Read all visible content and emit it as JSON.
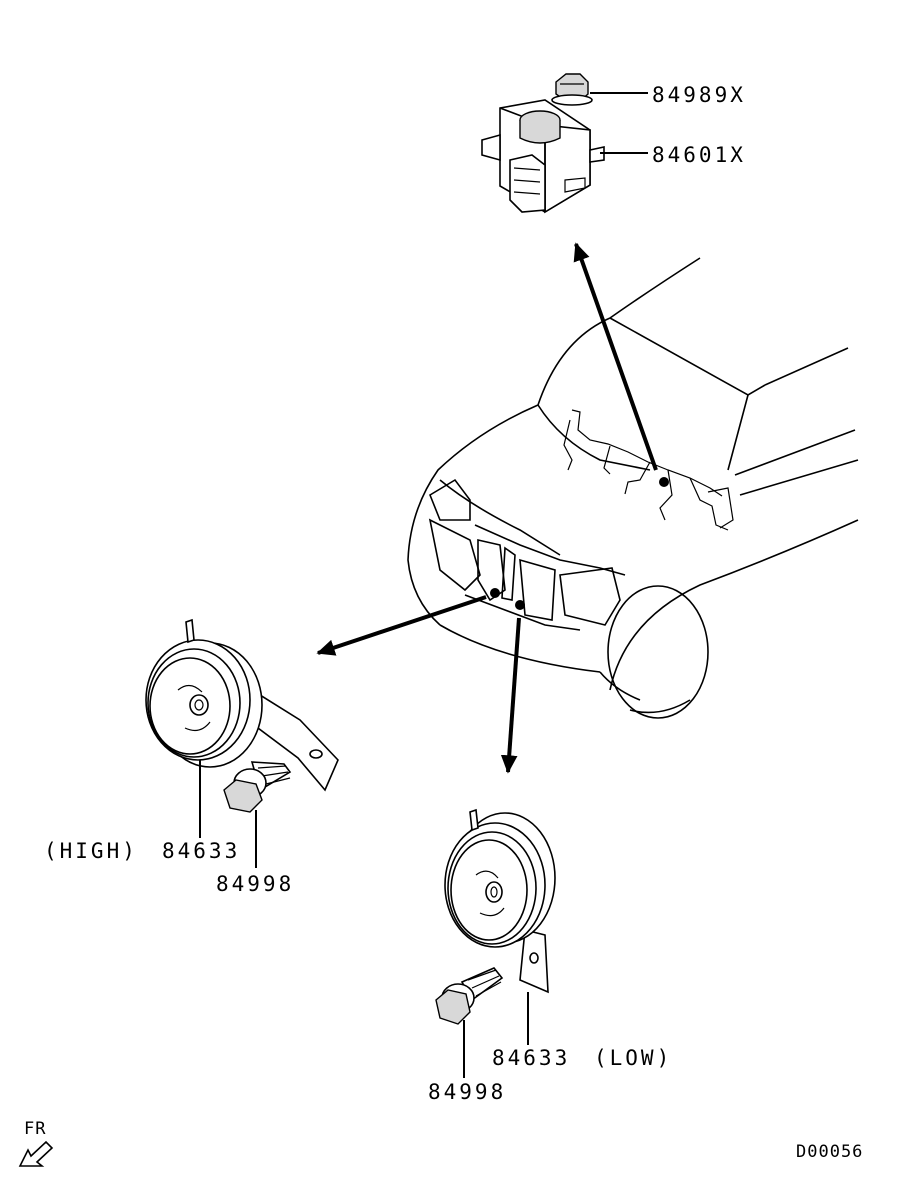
{
  "diagram": {
    "parts": [
      {
        "id": "nut",
        "number": "84989X"
      },
      {
        "id": "horn-relay",
        "number": "84601X"
      },
      {
        "id": "horn-high",
        "number": "84633",
        "qualifier": "(HIGH)"
      },
      {
        "id": "bolt-high",
        "number": "84998"
      },
      {
        "id": "horn-low",
        "number": "84633",
        "qualifier": "(LOW)"
      },
      {
        "id": "bolt-low",
        "number": "84998"
      }
    ],
    "direction_label": "FR",
    "diagram_code": "D00056"
  }
}
